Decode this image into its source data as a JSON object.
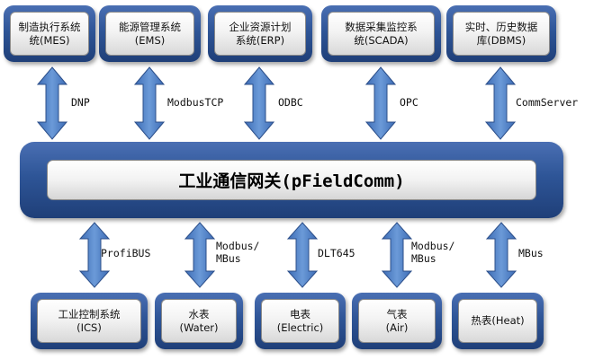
{
  "top_systems": [
    {
      "line1": "制造执行系统",
      "line2": "统(MES)"
    },
    {
      "line1": "能源管理系统",
      "line2": "(EMS)"
    },
    {
      "line1": "企业资源计划",
      "line2": "系统(ERP)"
    },
    {
      "line1": "数据采集监控系",
      "line2": "统(SCADA)"
    },
    {
      "line1": "实时、历史数据",
      "line2": "库(DBMS)"
    }
  ],
  "top_protocols": [
    "DNP",
    "ModbusTCP",
    "ODBC",
    "OPC",
    "CommServer"
  ],
  "gateway": {
    "title": "工业通信网关(pFieldComm)"
  },
  "bottom_protocols": [
    {
      "line1": "ProfiBUS",
      "line2": ""
    },
    {
      "line1": "Modbus/",
      "line2": "MBus"
    },
    {
      "line1": "DLT645",
      "line2": ""
    },
    {
      "line1": "Modbus/",
      "line2": "MBus"
    },
    {
      "line1": "MBus",
      "line2": ""
    }
  ],
  "bottom_devices": [
    {
      "line1": "工业控制系统",
      "line2": "(ICS)"
    },
    {
      "line1": "水表",
      "line2": "(Water)"
    },
    {
      "line1": "电表",
      "line2": "(Electric)"
    },
    {
      "line1": "气表",
      "line2": "(Air)"
    },
    {
      "line1": "热表(Heat)",
      "line2": ""
    }
  ],
  "colors": {
    "panel": "#2e5597",
    "arrow": "#4f7fc4",
    "arrow_border": "#2c4f8a"
  }
}
